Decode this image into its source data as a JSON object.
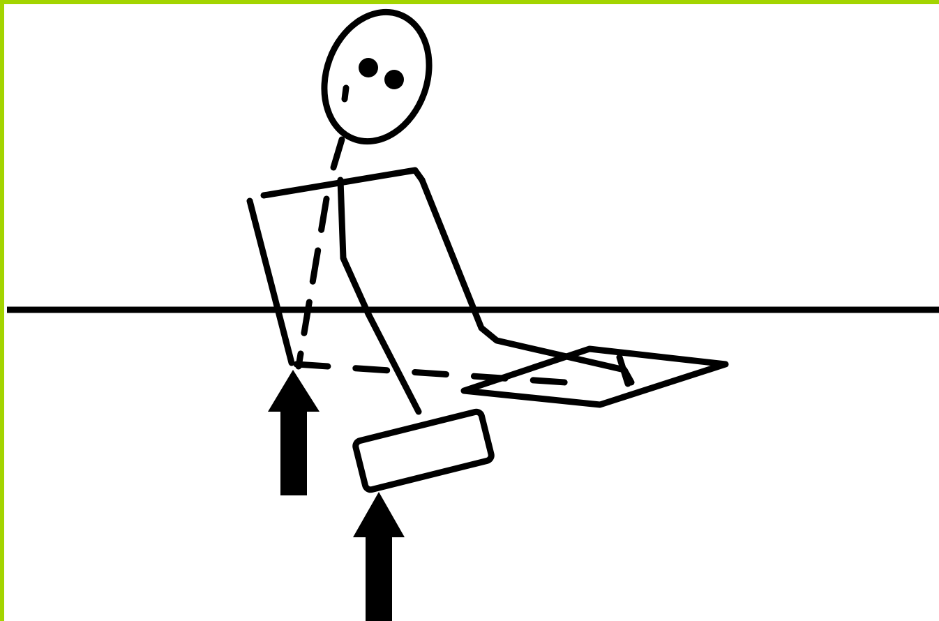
{
  "figure": {
    "frame_color": "#a3d400",
    "stroke_color": "#000000",
    "background_color": "#ffffff",
    "icon": "stick-figure-sitting-on-waterline",
    "arrows": [
      "upward-arrow",
      "upward-arrow"
    ]
  }
}
